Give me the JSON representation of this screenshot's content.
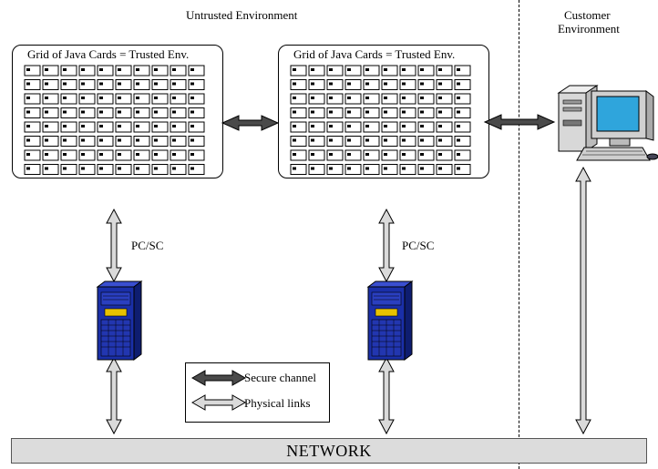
{
  "header": {
    "untrusted_environment": "Untrusted Environment",
    "customer_environment_line1": "Customer",
    "customer_environment_line2": "Environment"
  },
  "grids": [
    {
      "title": "Grid of Java Cards = Trusted Env."
    },
    {
      "title": "Grid of Java Cards = Trusted Env."
    }
  ],
  "links": {
    "pcsc_left": "PC/SC",
    "pcsc_right": "PC/SC"
  },
  "legend": {
    "secure_channel": "Secure channel",
    "physical_links": "Physical links"
  },
  "network": {
    "label": "NETWORK"
  },
  "colors": {
    "secure_arrow": "#4a4a4a",
    "physical_arrow": "#dadada",
    "server_blue": "#1a2fa8",
    "network_bar": "#dcdcdc"
  },
  "icons": {
    "server": "server-tower-icon",
    "workstation": "desktop-computer-icon"
  }
}
